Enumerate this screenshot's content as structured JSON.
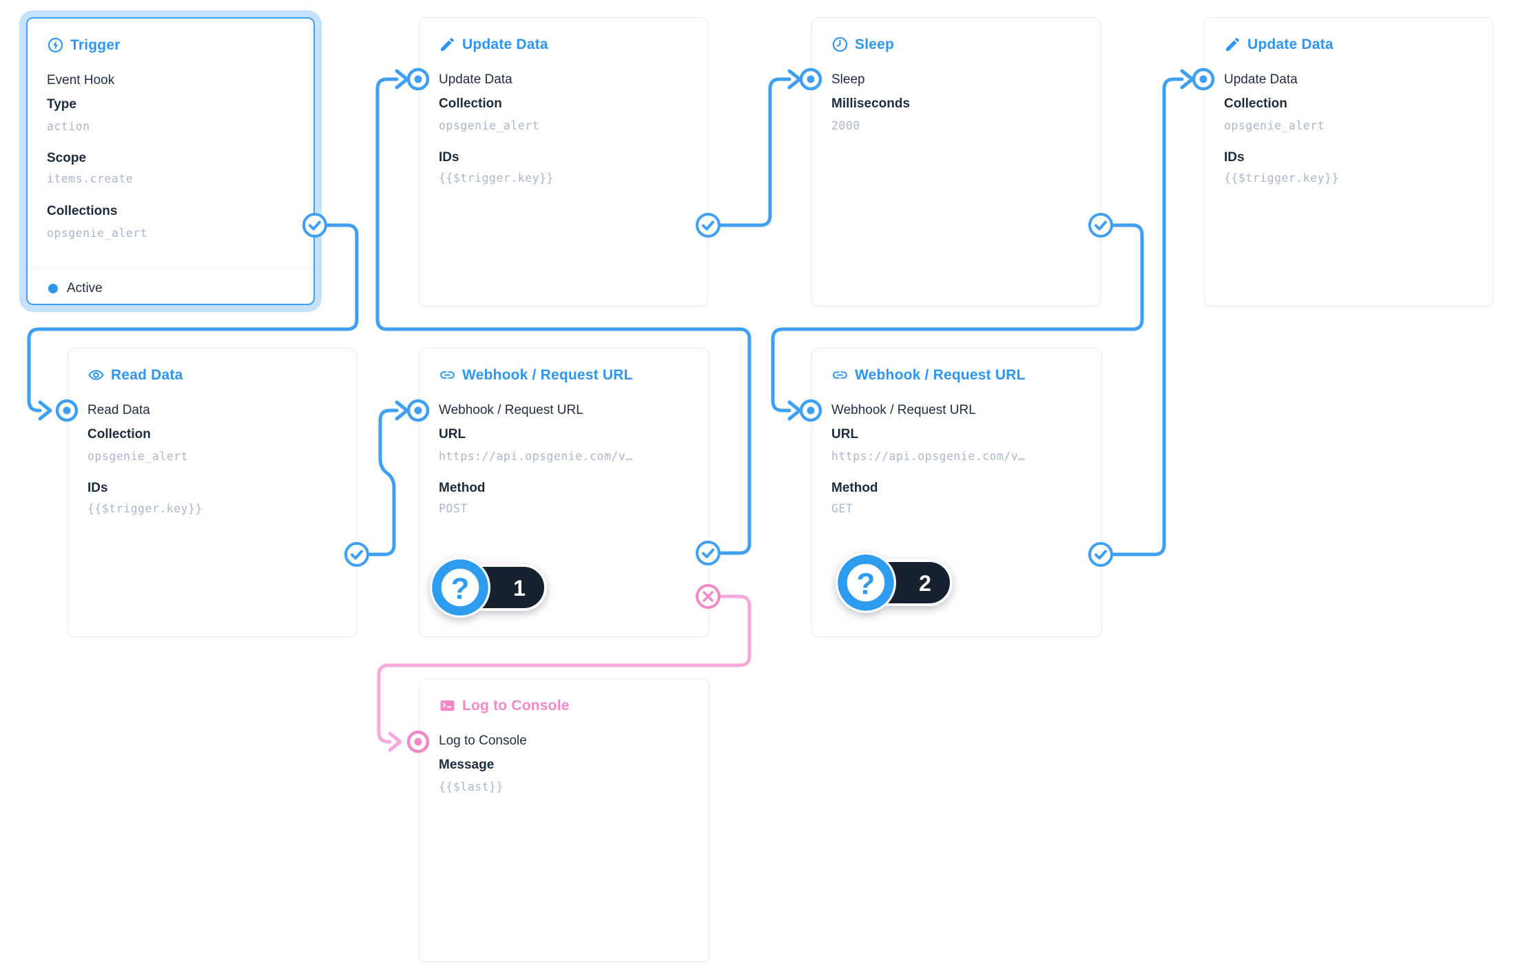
{
  "app": {
    "name": "flow-editor-canvas"
  },
  "colors": {
    "accent_blue": "#2e95f1",
    "edge_blue": "#3e9ff3",
    "selected_halo": "#c4e2fc",
    "pink_title": "#f189c7",
    "edge_pink": "#f5a9da",
    "text_dark": "#1d2b3e",
    "text_value": "#a9b6cc",
    "card_border": "#e8edf3",
    "badge_pill": "#16202e"
  },
  "nodes": [
    {
      "id": "trigger",
      "title": "Trigger",
      "icon": "bolt-circle-icon",
      "tone": "blue",
      "selected": true,
      "lines": [
        {
          "kind": "text",
          "text": "Event Hook"
        },
        {
          "kind": "label",
          "text": "Type"
        },
        {
          "kind": "value",
          "text": "action"
        },
        {
          "kind": "label",
          "text": "Scope"
        },
        {
          "kind": "value",
          "text": "items.create"
        },
        {
          "kind": "label",
          "text": "Collections"
        },
        {
          "kind": "value",
          "text": "opsgenie_alert"
        }
      ],
      "status": "Active"
    },
    {
      "id": "update_a",
      "title": "Update Data",
      "icon": "pencil-icon",
      "tone": "blue",
      "lines": [
        {
          "kind": "text",
          "text": "Update Data"
        },
        {
          "kind": "label",
          "text": "Collection"
        },
        {
          "kind": "value",
          "text": "opsgenie_alert"
        },
        {
          "kind": "label",
          "text": "IDs"
        },
        {
          "kind": "value",
          "text": "{{$trigger.key}}"
        }
      ]
    },
    {
      "id": "sleep",
      "title": "Sleep",
      "icon": "clock-icon",
      "tone": "blue",
      "lines": [
        {
          "kind": "text",
          "text": "Sleep"
        },
        {
          "kind": "label",
          "text": "Milliseconds"
        },
        {
          "kind": "value",
          "text": "2000"
        }
      ]
    },
    {
      "id": "update_b",
      "title": "Update Data",
      "icon": "pencil-icon",
      "tone": "blue",
      "lines": [
        {
          "kind": "text",
          "text": "Update Data"
        },
        {
          "kind": "label",
          "text": "Collection"
        },
        {
          "kind": "value",
          "text": "opsgenie_alert"
        },
        {
          "kind": "label",
          "text": "IDs"
        },
        {
          "kind": "value",
          "text": "{{$trigger.key}}"
        }
      ]
    },
    {
      "id": "read",
      "title": "Read Data",
      "icon": "eye-icon",
      "tone": "blue",
      "lines": [
        {
          "kind": "text",
          "text": "Read Data"
        },
        {
          "kind": "label",
          "text": "Collection"
        },
        {
          "kind": "value",
          "text": "opsgenie_alert"
        },
        {
          "kind": "label",
          "text": "IDs"
        },
        {
          "kind": "value",
          "text": "{{$trigger.key}}"
        }
      ]
    },
    {
      "id": "webhook_post",
      "title": "Webhook / Request URL",
      "icon": "link-icon",
      "tone": "blue",
      "badge": "1",
      "lines": [
        {
          "kind": "text",
          "text": "Webhook / Request URL"
        },
        {
          "kind": "label",
          "text": "URL"
        },
        {
          "kind": "value",
          "text": "https://api.opsgenie.com/v…"
        },
        {
          "kind": "label",
          "text": "Method"
        },
        {
          "kind": "value",
          "text": "POST"
        }
      ]
    },
    {
      "id": "webhook_get",
      "title": "Webhook / Request URL",
      "icon": "link-icon",
      "tone": "blue",
      "badge": "2",
      "lines": [
        {
          "kind": "text",
          "text": "Webhook / Request URL"
        },
        {
          "kind": "label",
          "text": "URL"
        },
        {
          "kind": "value",
          "text": "https://api.opsgenie.com/v…"
        },
        {
          "kind": "label",
          "text": "Method"
        },
        {
          "kind": "value",
          "text": "GET"
        }
      ]
    },
    {
      "id": "log",
      "title": "Log to Console",
      "icon": "terminal-icon",
      "tone": "pink",
      "lines": [
        {
          "kind": "text",
          "text": "Log to Console"
        },
        {
          "kind": "label",
          "text": "Message"
        },
        {
          "kind": "value",
          "text": "{{$last}}"
        }
      ]
    }
  ],
  "edges": [
    {
      "from": "trigger",
      "port": "resolve",
      "to": "read",
      "tone": "blue"
    },
    {
      "from": "read",
      "port": "resolve",
      "to": "webhook_post",
      "tone": "blue"
    },
    {
      "from": "webhook_post",
      "port": "resolve",
      "to": "update_a",
      "tone": "blue"
    },
    {
      "from": "update_a",
      "port": "resolve",
      "to": "sleep",
      "tone": "blue"
    },
    {
      "from": "sleep",
      "port": "resolve",
      "to": "webhook_get",
      "tone": "blue"
    },
    {
      "from": "webhook_get",
      "port": "resolve",
      "to": "update_b",
      "tone": "blue"
    },
    {
      "from": "webhook_post",
      "port": "reject",
      "to": "log",
      "tone": "pink"
    }
  ]
}
